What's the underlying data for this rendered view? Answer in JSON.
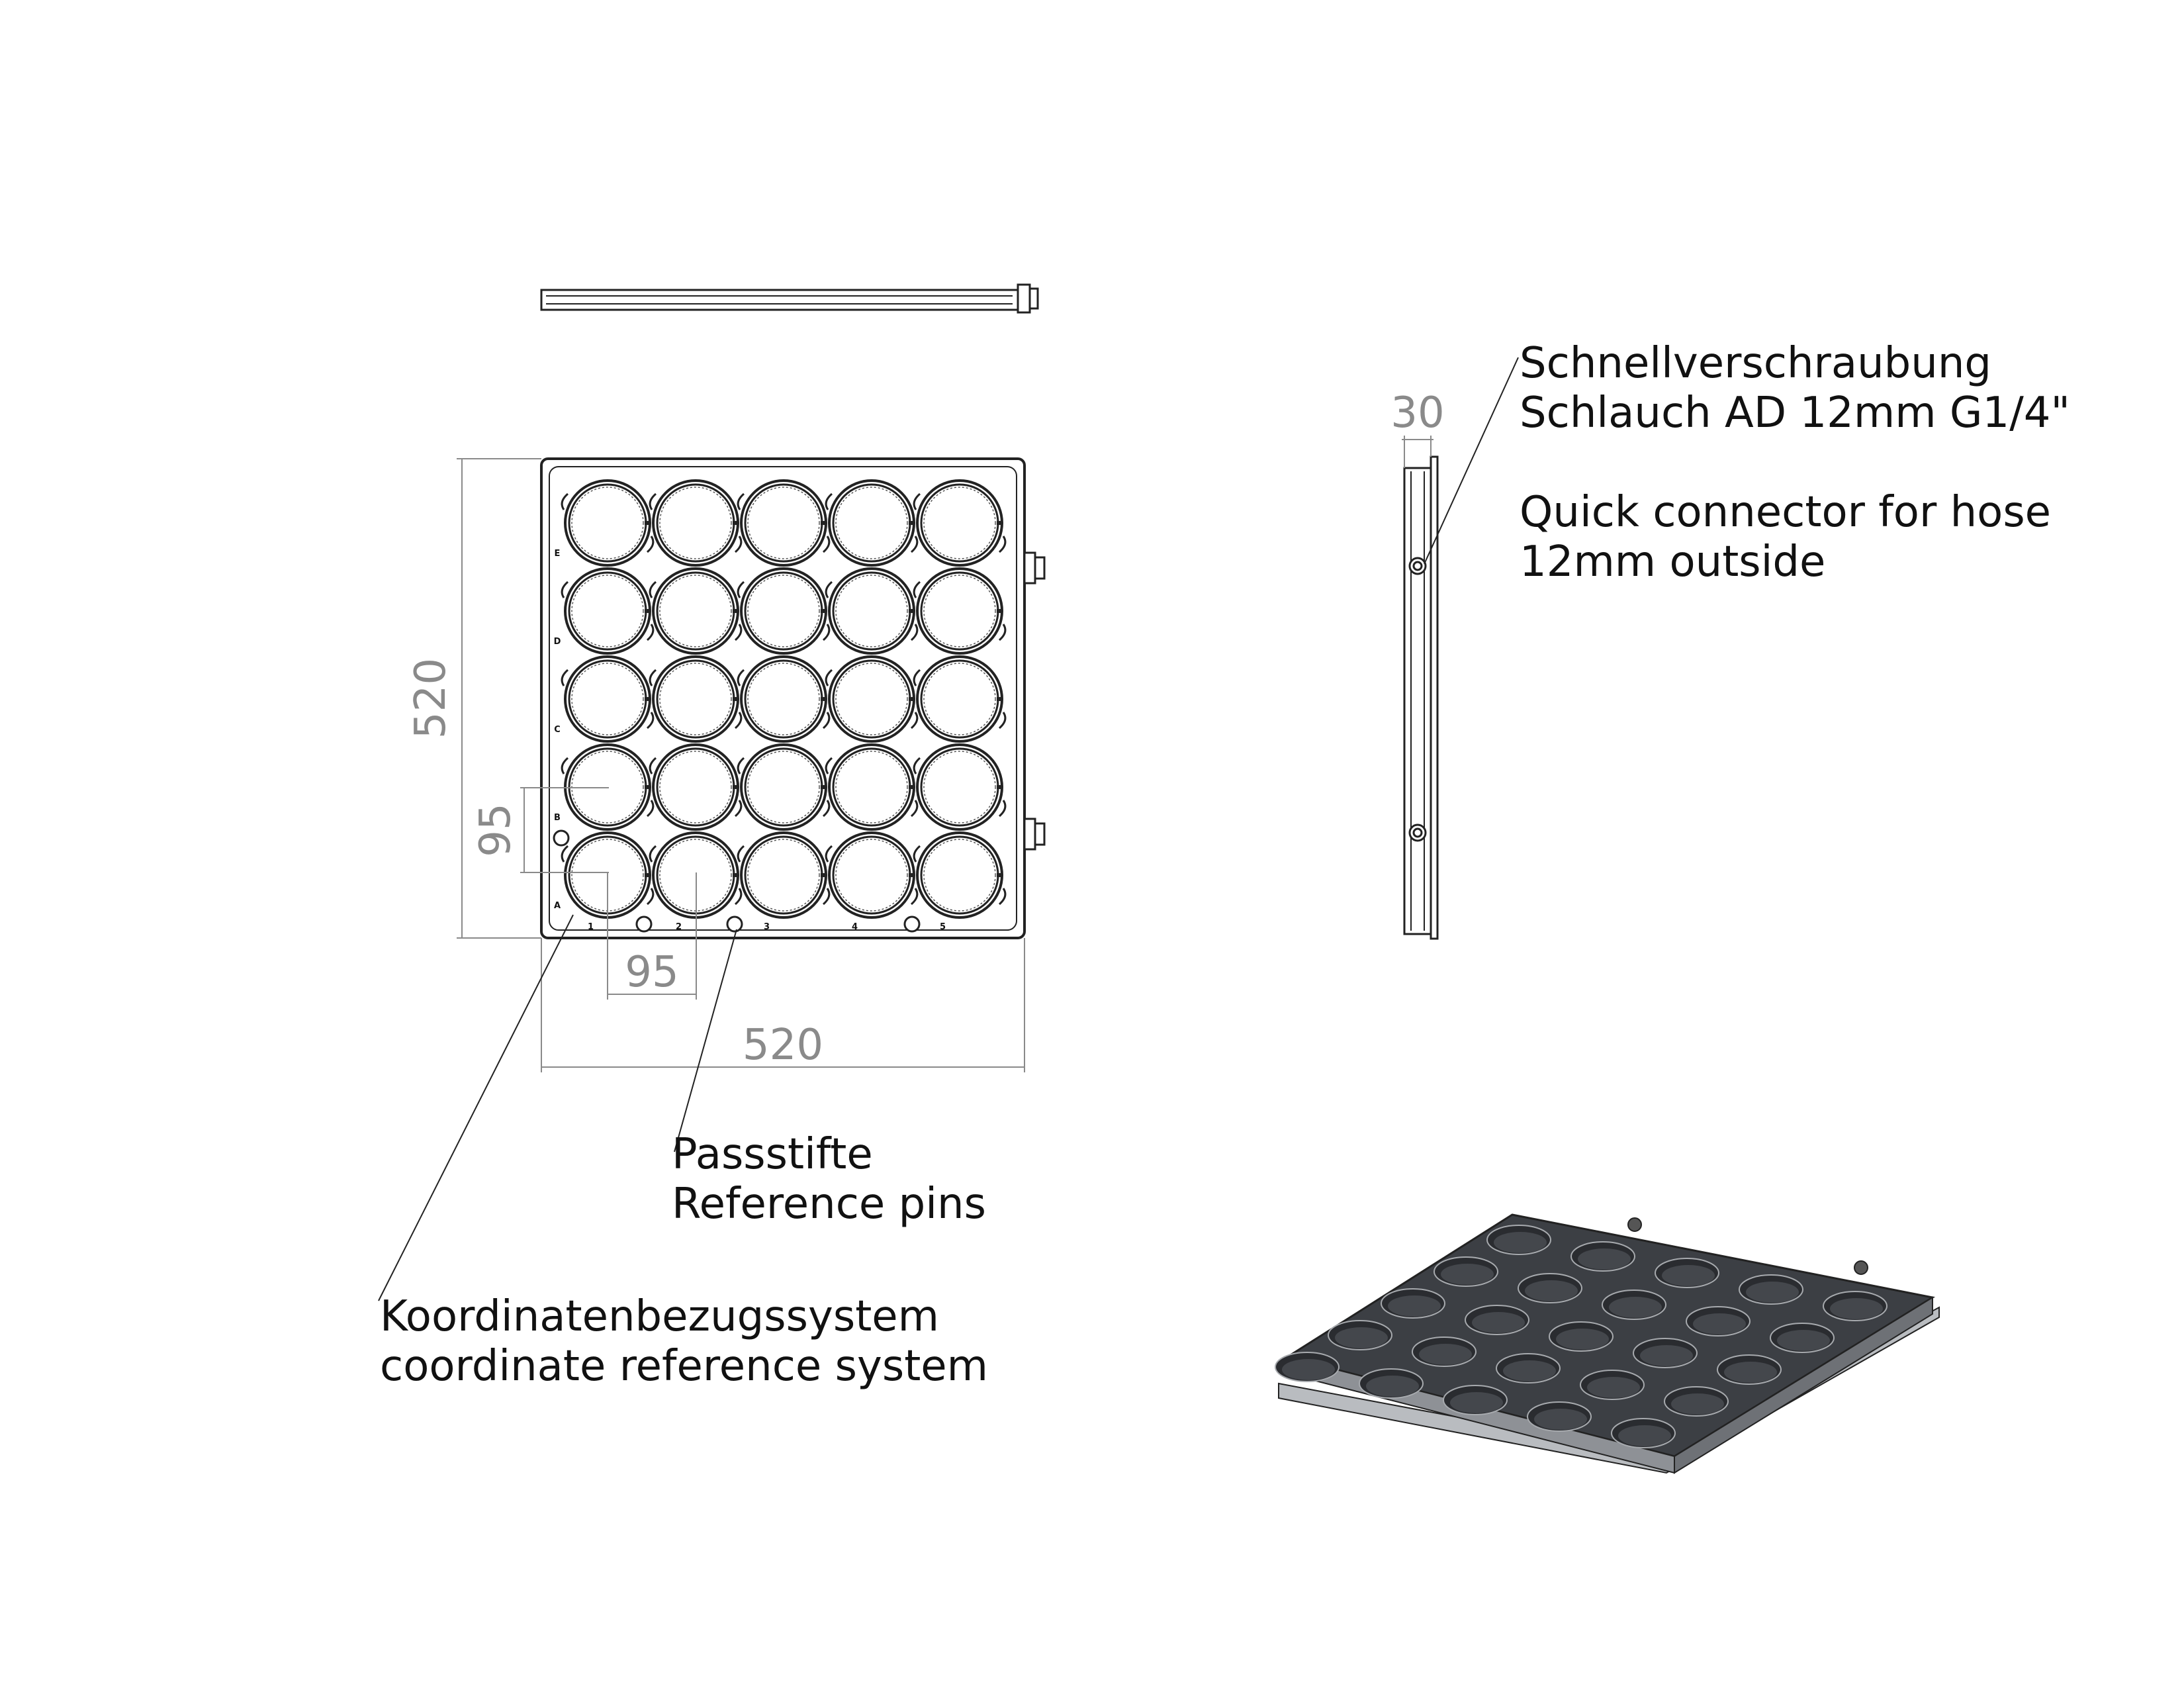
{
  "dimensions": {
    "overall_height": "520",
    "overall_width": "520",
    "pitch_vertical": "95",
    "pitch_horizontal": "95",
    "side_thickness": "30"
  },
  "grid": {
    "rows": [
      "E",
      "D",
      "C",
      "B",
      "A"
    ],
    "columns": [
      "1",
      "2",
      "3",
      "4",
      "5"
    ]
  },
  "annotations": {
    "connector": {
      "line1": "Schnellverschraubung",
      "line2": "Schlauch AD 12mm G1/4\"",
      "line3": "Quick connector for hose",
      "line4": "12mm outside"
    },
    "pins": {
      "line1": "Passstifte",
      "line2": "Reference pins"
    },
    "coords": {
      "line1": "Koordinatenbezugssystem",
      "line2": "coordinate reference system"
    }
  },
  "colors": {
    "line": "#222222",
    "dimension": "#8a8a8a",
    "iso_dark": "#3c3f44",
    "iso_edge": "#b9bcc0"
  }
}
